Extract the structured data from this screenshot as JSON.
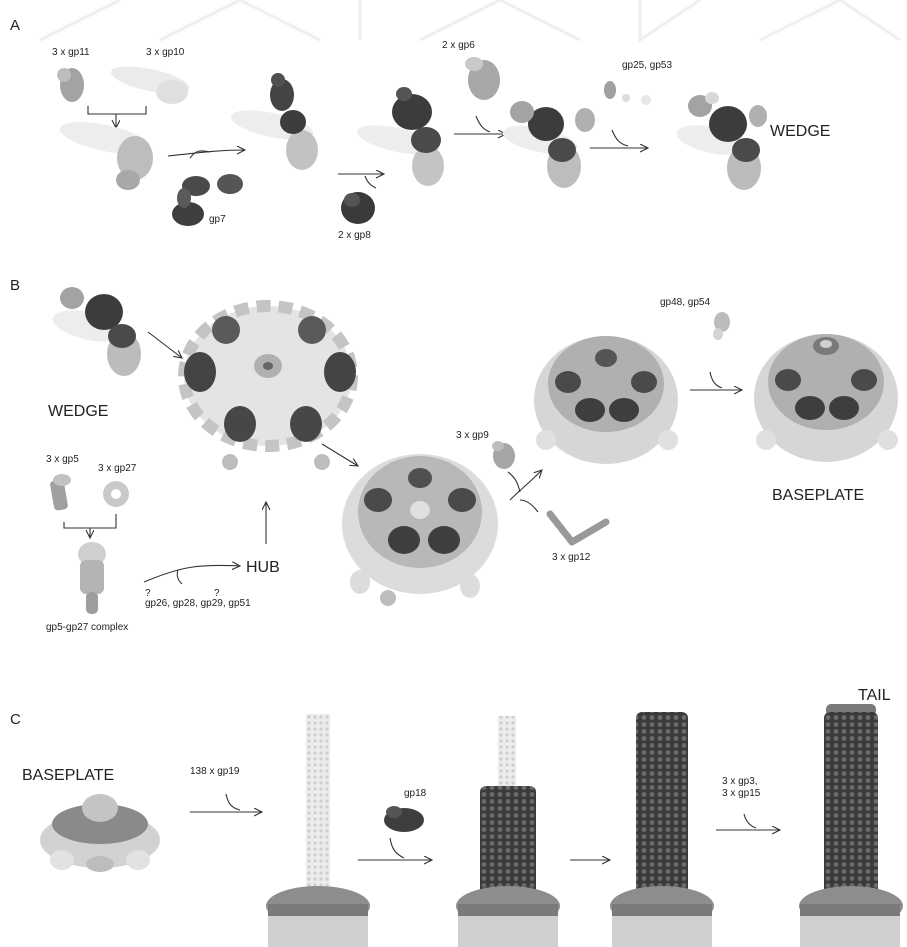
{
  "panels": {
    "a": {
      "letter": "A",
      "labels": {
        "gp11": "3 x gp11",
        "gp10": "3 x gp10",
        "gp7": "gp7",
        "gp8": "2 x gp8",
        "gp6": "2 x gp6",
        "gp25_53": "gp25, gp53",
        "wedge": "WEDGE"
      }
    },
    "b": {
      "letter": "B",
      "labels": {
        "wedge": "WEDGE",
        "gp5": "3 x gp5",
        "gp27": "3 x gp27",
        "complex": "gp5-gp27 complex",
        "hub": "HUB",
        "q1": "?",
        "q2": "?",
        "hub_components": "gp26, gp28, gp29, gp51",
        "gp9": "3 x gp9",
        "gp12": "3 x gp12",
        "gp48_54": "gp48, gp54",
        "baseplate": "BASEPLATE"
      }
    },
    "c": {
      "letter": "C",
      "labels": {
        "baseplate": "BASEPLATE",
        "gp19": "138 x gp19",
        "gp18": "gp18",
        "gp3_line1": "3 x gp3,",
        "gp15_line2": "3 x gp15",
        "tail": "TAIL"
      }
    }
  },
  "colors": {
    "light": "#e6e6e6",
    "mid": "#9b9b9b",
    "dark": "#4a4a4a",
    "darkest": "#333333"
  }
}
